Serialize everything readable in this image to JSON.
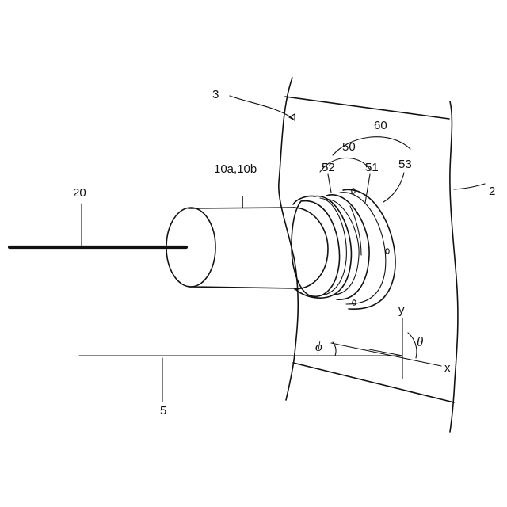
{
  "labels": {
    "ref_3": "3",
    "ref_60": "60",
    "ref_50": "50",
    "ref_52": "52",
    "ref_51": "51",
    "ref_53": "53",
    "ref_10": "10a,10b",
    "ref_20": "20",
    "ref_2": "2",
    "ref_5": "5",
    "axis_y": "y",
    "axis_x": "x",
    "angle_theta": "θ",
    "angle_phi": "ϕ"
  }
}
